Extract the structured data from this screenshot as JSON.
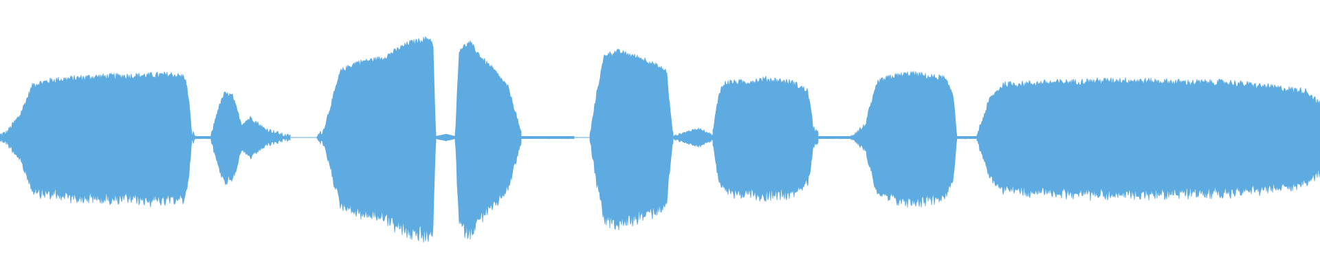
{
  "waveform": {
    "color": "#5dabe1",
    "background": "#ffffff",
    "amplitude_scale": 1.0,
    "max_half_amplitude": 0.6,
    "sample_rate_hint": "",
    "segments": [
      {
        "name": "segment-1",
        "start": 0.0,
        "end": 0.148,
        "envelope": [
          [
            0.0,
            0.02
          ],
          [
            0.005,
            0.04
          ],
          [
            0.015,
            0.2
          ],
          [
            0.025,
            0.48
          ],
          [
            0.04,
            0.52
          ],
          [
            0.07,
            0.55
          ],
          [
            0.1,
            0.56
          ],
          [
            0.13,
            0.57
          ],
          [
            0.14,
            0.55
          ],
          [
            0.143,
            0.35
          ],
          [
            0.145,
            0.05
          ],
          [
            0.148,
            0.01
          ]
        ],
        "noise": 0.06
      },
      {
        "name": "segment-2",
        "start": 0.148,
        "end": 0.16,
        "envelope": [
          [
            0.148,
            0.01
          ],
          [
            0.16,
            0.01
          ]
        ],
        "noise": 0.0
      },
      {
        "name": "segment-3",
        "start": 0.16,
        "end": 0.22,
        "envelope": [
          [
            0.16,
            0.02
          ],
          [
            0.165,
            0.25
          ],
          [
            0.17,
            0.4
          ],
          [
            0.176,
            0.38
          ],
          [
            0.183,
            0.12
          ],
          [
            0.19,
            0.18
          ],
          [
            0.2,
            0.08
          ],
          [
            0.215,
            0.02
          ],
          [
            0.22,
            0.01
          ]
        ],
        "noise": 0.04
      },
      {
        "name": "segment-4",
        "start": 0.24,
        "end": 0.33,
        "envelope": [
          [
            0.24,
            0.01
          ],
          [
            0.245,
            0.06
          ],
          [
            0.252,
            0.35
          ],
          [
            0.258,
            0.6
          ],
          [
            0.27,
            0.68
          ],
          [
            0.29,
            0.72
          ],
          [
            0.31,
            0.86
          ],
          [
            0.325,
            0.9
          ],
          [
            0.328,
            0.86
          ],
          [
            0.33,
            0.02
          ]
        ],
        "noise": 0.05
      },
      {
        "name": "segment-5",
        "start": 0.33,
        "end": 0.345,
        "envelope": [
          [
            0.33,
            0.01
          ],
          [
            0.338,
            0.03
          ],
          [
            0.345,
            0.01
          ]
        ],
        "noise": 0.0
      },
      {
        "name": "segment-6",
        "start": 0.345,
        "end": 0.395,
        "envelope": [
          [
            0.345,
            0.05
          ],
          [
            0.348,
            0.8
          ],
          [
            0.356,
            0.86
          ],
          [
            0.365,
            0.72
          ],
          [
            0.375,
            0.6
          ],
          [
            0.385,
            0.45
          ],
          [
            0.39,
            0.25
          ],
          [
            0.395,
            0.02
          ]
        ],
        "noise": 0.05
      },
      {
        "name": "segment-7",
        "start": 0.395,
        "end": 0.435,
        "envelope": [
          [
            0.395,
            0.01
          ],
          [
            0.435,
            0.01
          ]
        ],
        "noise": 0.0
      },
      {
        "name": "segment-8",
        "start": 0.447,
        "end": 0.51,
        "envelope": [
          [
            0.447,
            0.02
          ],
          [
            0.452,
            0.4
          ],
          [
            0.458,
            0.75
          ],
          [
            0.468,
            0.78
          ],
          [
            0.48,
            0.74
          ],
          [
            0.49,
            0.7
          ],
          [
            0.505,
            0.6
          ],
          [
            0.508,
            0.2
          ],
          [
            0.51,
            0.02
          ]
        ],
        "noise": 0.05
      },
      {
        "name": "segment-9",
        "start": 0.51,
        "end": 0.54,
        "envelope": [
          [
            0.51,
            0.01
          ],
          [
            0.52,
            0.05
          ],
          [
            0.53,
            0.08
          ],
          [
            0.535,
            0.05
          ],
          [
            0.54,
            0.02
          ]
        ],
        "noise": 0.02
      },
      {
        "name": "segment-10",
        "start": 0.54,
        "end": 0.62,
        "envelope": [
          [
            0.54,
            0.04
          ],
          [
            0.545,
            0.42
          ],
          [
            0.55,
            0.5
          ],
          [
            0.565,
            0.5
          ],
          [
            0.58,
            0.53
          ],
          [
            0.6,
            0.5
          ],
          [
            0.612,
            0.42
          ],
          [
            0.616,
            0.1
          ],
          [
            0.62,
            0.02
          ]
        ],
        "noise": 0.06
      },
      {
        "name": "segment-11",
        "start": 0.62,
        "end": 0.645,
        "envelope": [
          [
            0.62,
            0.01
          ],
          [
            0.645,
            0.01
          ]
        ],
        "noise": 0.0
      },
      {
        "name": "segment-12",
        "start": 0.645,
        "end": 0.725,
        "envelope": [
          [
            0.645,
            0.02
          ],
          [
            0.655,
            0.1
          ],
          [
            0.665,
            0.5
          ],
          [
            0.675,
            0.55
          ],
          [
            0.69,
            0.58
          ],
          [
            0.705,
            0.55
          ],
          [
            0.715,
            0.54
          ],
          [
            0.722,
            0.4
          ],
          [
            0.725,
            0.02
          ]
        ],
        "noise": 0.06
      },
      {
        "name": "segment-13",
        "start": 0.725,
        "end": 0.74,
        "envelope": [
          [
            0.725,
            0.01
          ],
          [
            0.74,
            0.01
          ]
        ],
        "noise": 0.0
      },
      {
        "name": "segment-14",
        "start": 0.74,
        "end": 1.0,
        "envelope": [
          [
            0.74,
            0.02
          ],
          [
            0.75,
            0.35
          ],
          [
            0.76,
            0.48
          ],
          [
            0.8,
            0.5
          ],
          [
            0.85,
            0.52
          ],
          [
            0.9,
            0.5
          ],
          [
            0.93,
            0.5
          ],
          [
            0.96,
            0.46
          ],
          [
            0.99,
            0.42
          ],
          [
            1.0,
            0.3
          ]
        ],
        "noise": 0.06
      }
    ]
  }
}
